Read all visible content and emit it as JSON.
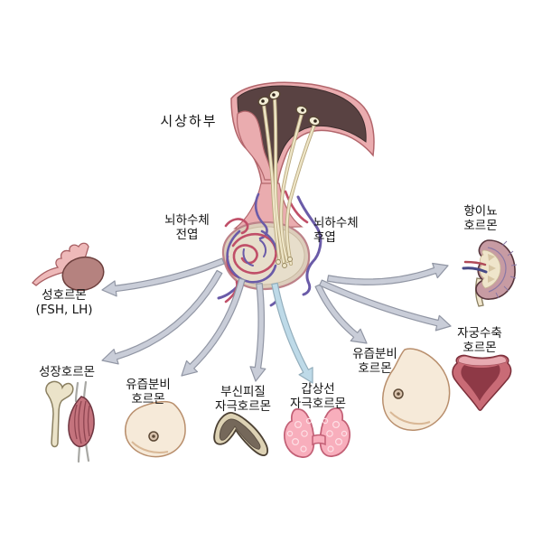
{
  "figure": {
    "type": "endocrine-system-diagram",
    "language": "ko",
    "description": "Hypothalamus and pituitary gland hormones with target organs"
  },
  "labels": {
    "hypothalamus": "시상하부",
    "pituitary_anterior": {
      "line1": "뇌하수체",
      "line2": "전엽"
    },
    "pituitary_posterior": {
      "line1": "뇌하수체",
      "line2": "후엽"
    },
    "antidiuretic_hormone": {
      "line1": "항이뇨",
      "line2": "호르몬"
    },
    "sex_hormone": {
      "line1": "성호르몬",
      "line2": "(FSH, LH)"
    },
    "growth_hormone": {
      "line1": "성장호르몬"
    },
    "prolactin_left": {
      "line1": "유즙분비",
      "line2": "호르몬"
    },
    "adrenocorticotropic_hormone": {
      "line1": "부신피질",
      "line2": "자극호르몬"
    },
    "thyroid_stimulating_hormone": {
      "line1": "갑상선",
      "line2": "자극호르몬"
    },
    "milk_secretion_hormone_right": {
      "line1": "유즙분비",
      "line2": "호르몬"
    },
    "uterine_contraction_hormone": {
      "line1": "자궁수축",
      "line2": "호르몬"
    }
  },
  "organs": [
    "hypothalamus",
    "pituitary-gland",
    "ovary",
    "bone",
    "muscle",
    "breast-left",
    "adrenal-gland",
    "thyroid-gland",
    "breast-right",
    "kidney",
    "uterus"
  ],
  "connections": [
    {
      "from": "뇌하수체 전엽",
      "to": "성호르몬 (FSH, LH)"
    },
    {
      "from": "뇌하수체 전엽",
      "to": "성장호르몬"
    },
    {
      "from": "뇌하수체 전엽",
      "to": "유즙분비 호르몬"
    },
    {
      "from": "뇌하수체 전엽",
      "to": "부신피질 자극호르몬"
    },
    {
      "from": "뇌하수체 전엽",
      "to": "갑상선 자극호르몬"
    },
    {
      "from": "뇌하수체 후엽",
      "to": "항이뇨 호르몬"
    },
    {
      "from": "뇌하수체 후엽",
      "to": "유즙분비 호르몬"
    },
    {
      "from": "뇌하수체 후엽",
      "to": "자궁수축 호르몬"
    }
  ],
  "colors": {
    "background": "#ffffff",
    "text": "#141414",
    "arrow_fill": "#c9cdd8",
    "arrow_stroke": "#9196a4",
    "arrow_highlight_fill": "#bedae8",
    "arrow_highlight_stroke": "#93aebc",
    "brain_dark": "#594242",
    "brain_pink": "#eaacaf",
    "vessel_red": "#c04f68",
    "vessel_purple": "#6a5ba8"
  }
}
